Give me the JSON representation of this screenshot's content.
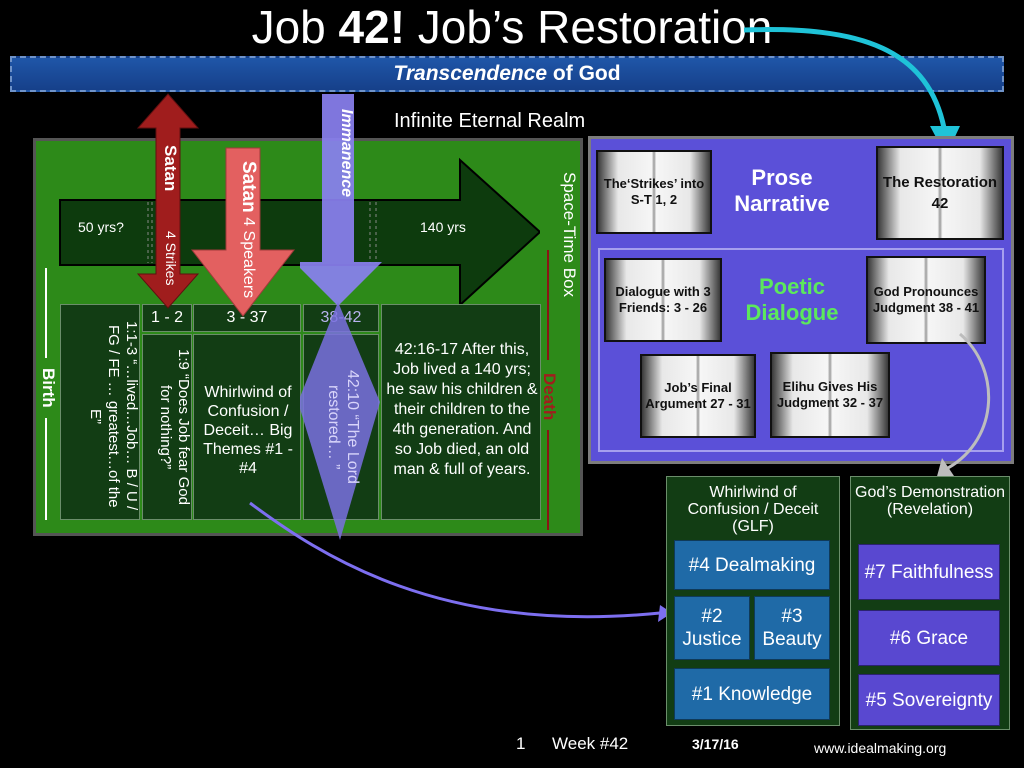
{
  "title": {
    "part1": "Job ",
    "bold": "42!",
    "part2": "  Job’s Restoration"
  },
  "banner": {
    "italic": "Transcendence",
    "rest": " of God"
  },
  "realm_label": "Infinite Eternal Realm",
  "space_time_box": "Space-Time Box",
  "timeline": {
    "left": "50 yrs?",
    "right": "140 yrs"
  },
  "birth": "Birth",
  "death": "Death",
  "satan1": {
    "name": "Satan",
    "sub": "4 Strikes"
  },
  "satan2": {
    "name": "Satan",
    "sub": "4 Speakers"
  },
  "immanence": "Immanence",
  "headers": {
    "h1": "1 - 2",
    "h2": "3 - 37",
    "h3": "38-42"
  },
  "columns": {
    "c0": "1:1-3 “…lived…Job… B / U / FG / FE … greatest…of the E”",
    "c1": "1:9 “Does Job fear God for nothing?”",
    "c2": "Whirlwind of Confusion / Deceit… Big Themes #1 - #4",
    "c3": "42:10 “The Lord restored… ”",
    "c4": "42:16-17 After this, Job lived a 140 yrs; he saw his children & their children to the 4th generation. And so Job died, an old man & full of years."
  },
  "prose": {
    "heading": "Prose Narrative",
    "book1": "The‘Strikes’ into S-T 1, 2",
    "book2": "The Restoration 42"
  },
  "poetic": {
    "heading": "Poetic Dialogue",
    "book1": "Dialogue with 3 Friends: 3 - 26",
    "book2": "God Pronounces Judgment 38 - 41",
    "book3": "Job’s Final Argument 27 - 31",
    "book4": "Elihu Gives His Judgment 32 - 37"
  },
  "whirlwind_panel": {
    "heading": "Whirlwind of Confusion / Deceit (GLF)",
    "items": {
      "i4": "#4 Dealmaking",
      "i2": "#2 Justice",
      "i3": "#3 Beauty",
      "i1": "#1 Knowledge"
    }
  },
  "demo_panel": {
    "heading": "God’s Demonstration (Revelation)",
    "items": {
      "i7": "#7 Faithfulness",
      "i6": "#6 Grace",
      "i5": "#5 Sovereignty"
    }
  },
  "footer": {
    "page": "1",
    "week": "Week #42",
    "date": "3/17/16",
    "site": "www.idealmaking.org"
  },
  "colors": {
    "green": "#2d8a19",
    "dark_green": "#123d14",
    "satan_red": "#a01d1d",
    "satan_light": "#e36060",
    "immanence": "#8a80f0",
    "purple": "#5b50d8",
    "blue": "#1f6aa7",
    "cyan": "#1fc3d8"
  }
}
